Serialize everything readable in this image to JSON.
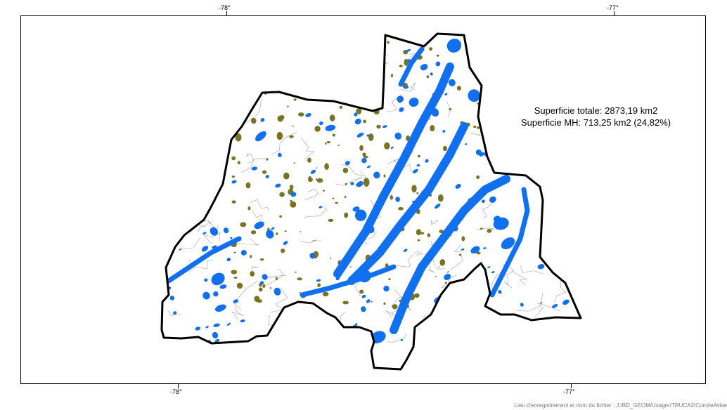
{
  "map": {
    "top_ticks": [
      "-78°",
      "-77°"
    ],
    "bottom_ticks": [
      "-78°",
      "-77°"
    ],
    "stats": {
      "total_area": "Superficie totale: 2873,19 km2",
      "mh_area": "Superficie MH: 713,25 km2 (24,82%)"
    },
    "colors": {
      "water": "#1070f0",
      "wetland": "#7a7323",
      "boundary": "#000000",
      "land": "#ffffff"
    }
  },
  "footer": {
    "file_path": "Lieu d'enregistrement et nom du fichier : J:/BD_GEOM/Usager/TRUCA2/ComiteAvise"
  }
}
